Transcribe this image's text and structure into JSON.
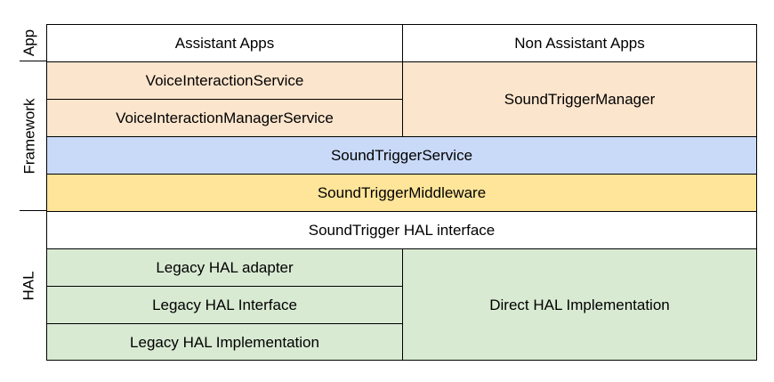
{
  "layers": {
    "app": "App",
    "framework": "Framework",
    "hal": "HAL"
  },
  "app_row": {
    "assistant_apps": "Assistant Apps",
    "non_assistant_apps": "Non Assistant Apps"
  },
  "framework_rows": {
    "voice_interaction_service": "VoiceInteractionService",
    "voice_interaction_manager_service": "VoiceInteractionManagerService",
    "sound_trigger_manager": "SoundTriggerManager",
    "sound_trigger_service": "SoundTriggerService",
    "sound_trigger_middleware": "SoundTriggerMiddleware"
  },
  "hal_rows": {
    "hal_interface": "SoundTrigger HAL interface",
    "legacy_hal_adapter": "Legacy HAL adapter",
    "legacy_hal_interface": "Legacy HAL Interface",
    "legacy_hal_implementation": "Legacy HAL Implementation",
    "direct_hal_implementation": "Direct HAL Implementation"
  },
  "colors": {
    "framework_app_box": "#fce5cd",
    "sound_trigger_service": "#c9daf8",
    "sound_trigger_middleware": "#ffe599",
    "hal_box": "#d9ead3",
    "plain_box": "#ffffff",
    "border": "#000000"
  }
}
